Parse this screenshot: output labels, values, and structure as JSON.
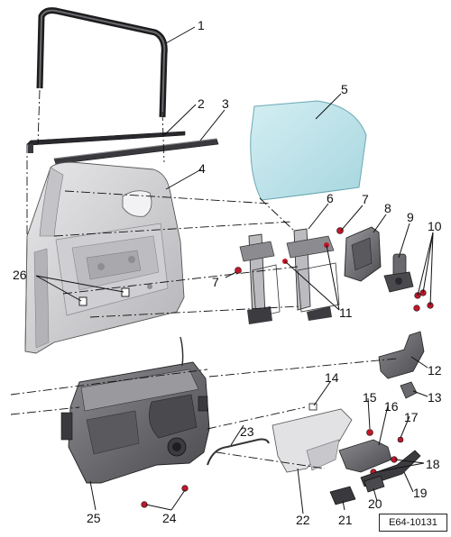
{
  "figure": {
    "reference_code": "E64-10131",
    "callouts": [
      "1",
      "2",
      "3",
      "4",
      "5",
      "6",
      "7",
      "7",
      "8",
      "9",
      "10",
      "11",
      "12",
      "13",
      "14",
      "15",
      "16",
      "17",
      "18",
      "19",
      "20",
      "21",
      "22",
      "23",
      "24",
      "25",
      "26"
    ],
    "colors": {
      "line": "#111111",
      "door_panel": "#d6d6d8",
      "door_shadow": "#9a9a9e",
      "glass": "#bfe3ea",
      "trim_dark": "#5a5a5e",
      "trim_mid": "#8a8a8e",
      "part_dark": "#3c3c40",
      "highlight_red": "#c0182a"
    }
  }
}
